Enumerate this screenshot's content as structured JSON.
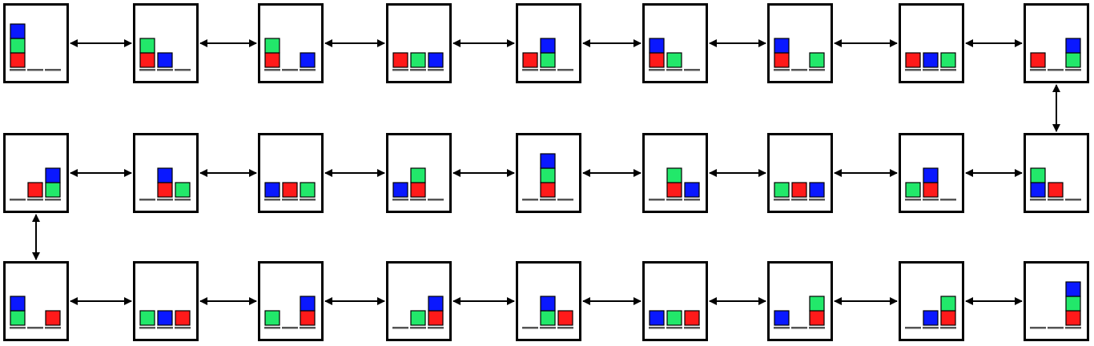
{
  "colors": {
    "red": "#ff1a1a",
    "green": "#22e86a",
    "blue": "#0a18ff",
    "frame": "#000000",
    "peg": "#555555",
    "background": "#ffffff"
  },
  "diagram": {
    "kind": "state-transition-path",
    "connection": "bidirectional",
    "rows": [
      {
        "direction": "left-to-right",
        "states": [
          [
            [
              "R",
              "G",
              "B"
            ],
            [],
            []
          ],
          [
            [
              "R",
              "G"
            ],
            [
              "B"
            ],
            []
          ],
          [
            [
              "R",
              "G"
            ],
            [],
            [
              "B"
            ]
          ],
          [
            [
              "R"
            ],
            [
              "G"
            ],
            [
              "B"
            ]
          ],
          [
            [
              "R"
            ],
            [
              "G",
              "B"
            ],
            []
          ],
          [
            [
              "R",
              "B"
            ],
            [
              "G"
            ],
            []
          ],
          [
            [
              "R",
              "B"
            ],
            [],
            [
              "G"
            ]
          ],
          [
            [
              "R"
            ],
            [
              "B"
            ],
            [
              "G"
            ]
          ],
          [
            [
              "R"
            ],
            [],
            [
              "G",
              "B"
            ]
          ]
        ]
      },
      {
        "direction": "right-to-left",
        "states": [
          [
            [
              "B",
              "G"
            ],
            [
              "R"
            ],
            []
          ],
          [
            [
              "G"
            ],
            [
              "R",
              "B"
            ],
            []
          ],
          [
            [
              "G"
            ],
            [
              "R"
            ],
            [
              "B"
            ]
          ],
          [
            [],
            [
              "R",
              "G"
            ],
            [
              "B"
            ]
          ],
          [
            [],
            [
              "R",
              "G",
              "B"
            ],
            []
          ],
          [
            [
              "B"
            ],
            [
              "R",
              "G"
            ],
            []
          ],
          [
            [
              "B"
            ],
            [
              "R"
            ],
            [
              "G"
            ]
          ],
          [
            [],
            [
              "R",
              "B"
            ],
            [
              "G"
            ]
          ],
          [
            [],
            [
              "R"
            ],
            [
              "G",
              "B"
            ]
          ]
        ]
      },
      {
        "direction": "left-to-right",
        "states": [
          [
            [
              "G",
              "B"
            ],
            [],
            [
              "R"
            ]
          ],
          [
            [
              "G"
            ],
            [
              "B"
            ],
            [
              "R"
            ]
          ],
          [
            [
              "G"
            ],
            [],
            [
              "R",
              "B"
            ]
          ],
          [
            [],
            [
              "G"
            ],
            [
              "R",
              "B"
            ]
          ],
          [
            [],
            [
              "G",
              "B"
            ],
            [
              "R"
            ]
          ],
          [
            [
              "B"
            ],
            [
              "G"
            ],
            [
              "R"
            ]
          ],
          [
            [
              "B"
            ],
            [],
            [
              "R",
              "G"
            ]
          ],
          [
            [],
            [
              "B"
            ],
            [
              "R",
              "G"
            ]
          ],
          [
            [],
            [],
            [
              "R",
              "G",
              "B"
            ]
          ]
        ]
      }
    ]
  }
}
